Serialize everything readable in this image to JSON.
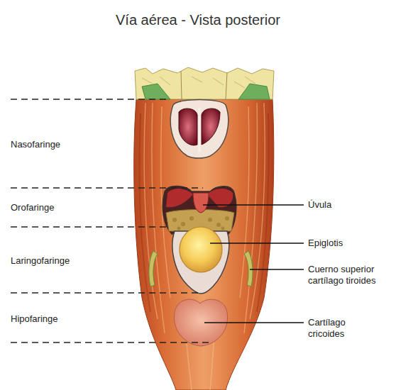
{
  "diagram": {
    "title": "Vía aérea - Vista posterior",
    "labels": [
      "Nasofaringe",
      "Orofaringe",
      "Laringofaringe",
      "Hipofaringe",
      "Úvula",
      "Epiglotis",
      "Cuerno superior cartílago tiroides",
      "Cartílago cricoides"
    ]
  }
}
